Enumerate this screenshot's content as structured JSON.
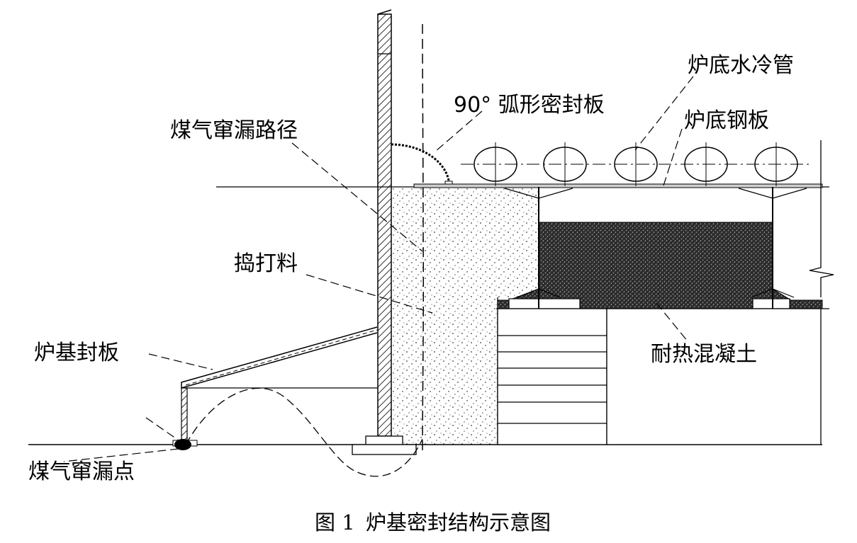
{
  "labels": {
    "water_pipe": "炉底水冷管",
    "arc_plate": "90° 弧形密封板",
    "gas_path": "煤气窜漏路径",
    "steel_plate": "炉底钢板",
    "ramming": "捣打料",
    "base_plate": "炉基封板",
    "concrete": "耐热混凝土",
    "leak_point": "煤气窜漏点"
  },
  "caption": {
    "number": "图 1",
    "title": "炉基密封结构示意图"
  }
}
